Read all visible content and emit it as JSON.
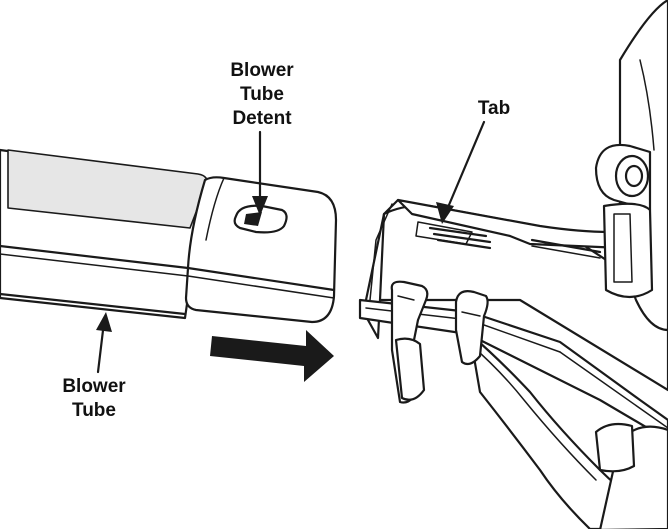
{
  "labels": {
    "detent": [
      "Blower",
      "Tube",
      "Detent"
    ],
    "tab": "Tab",
    "tube": [
      "Blower",
      "Tube"
    ]
  },
  "colors": {
    "ink": "#1a1a1a",
    "panel": "#e6e6e6",
    "background": "#ffffff"
  },
  "icons": {
    "direction": "insert-arrow-right"
  }
}
